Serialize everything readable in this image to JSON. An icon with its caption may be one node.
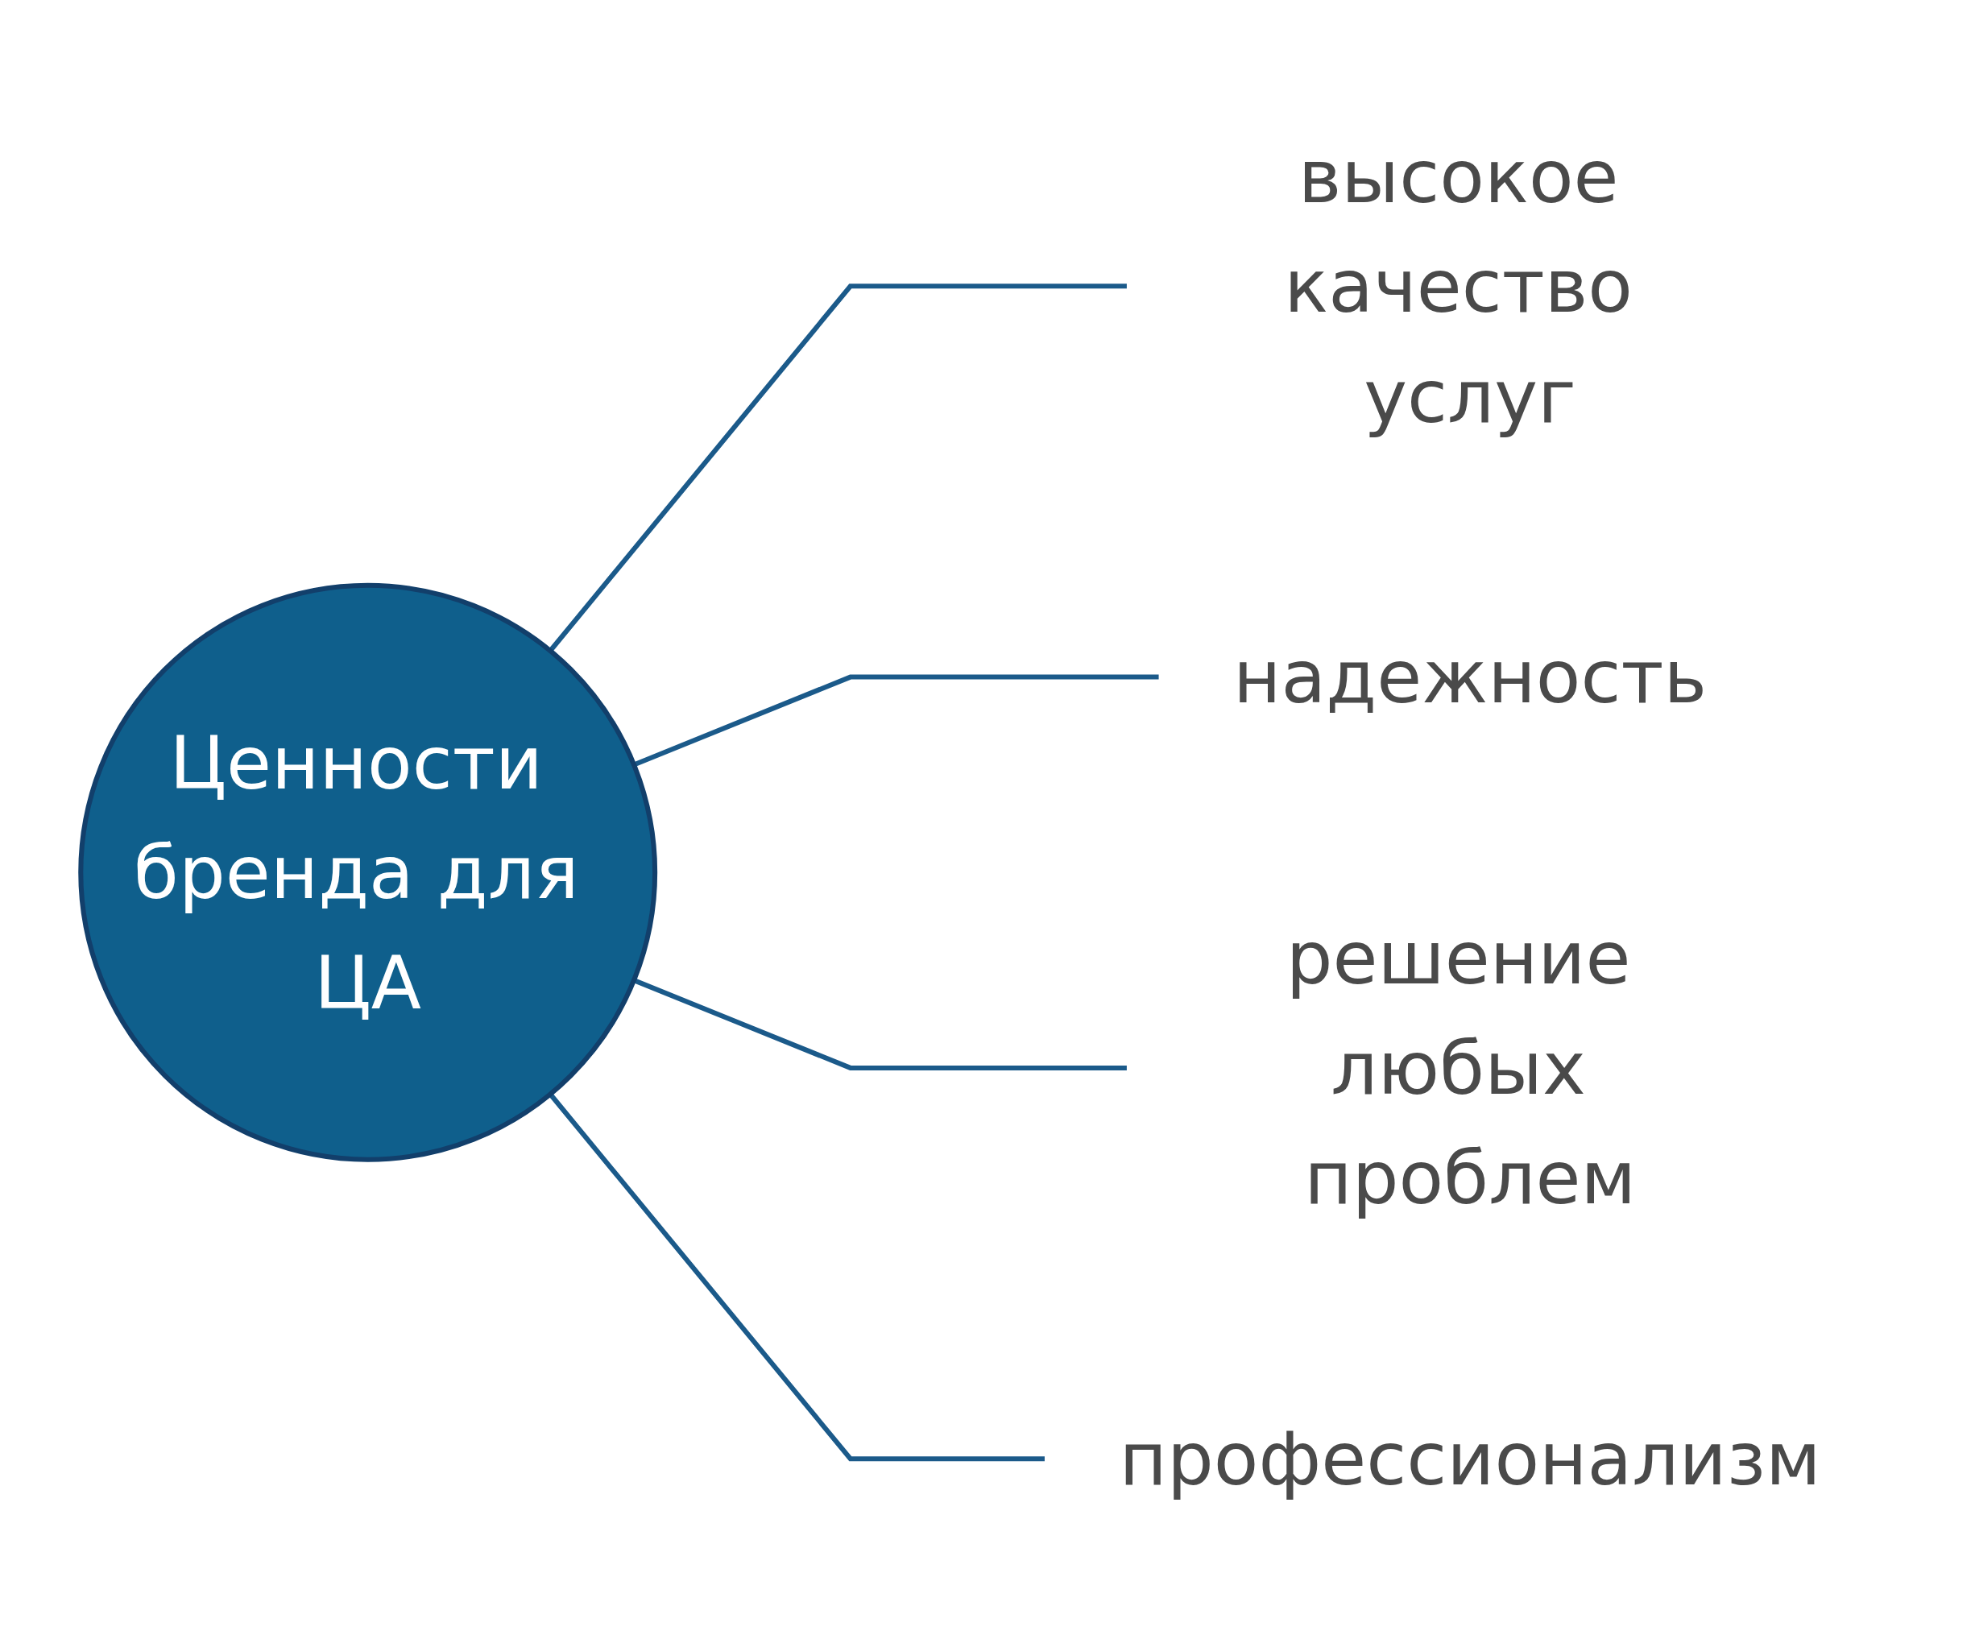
{
  "diagram": {
    "nodes": [
      {
        "text": [
          "Ценности бренда для ЦА"
        ]
      },
      {
        "text": [
          "высокое качество услуг"
        ]
      },
      {
        "text": [
          "надежность"
        ]
      },
      {
        "text": [
          "решение любых проблем"
        ]
      },
      {
        "text": [
          "профессионализм"
        ]
      }
    ],
    "edges": [
      {
        "from": 0,
        "to": 1,
        "arrow": "none"
      },
      {
        "from": 0,
        "to": 2,
        "arrow": "none"
      },
      {
        "from": 0,
        "to": 3,
        "arrow": "none"
      },
      {
        "from": 0,
        "to": 4,
        "arrow": "none"
      }
    ]
  }
}
